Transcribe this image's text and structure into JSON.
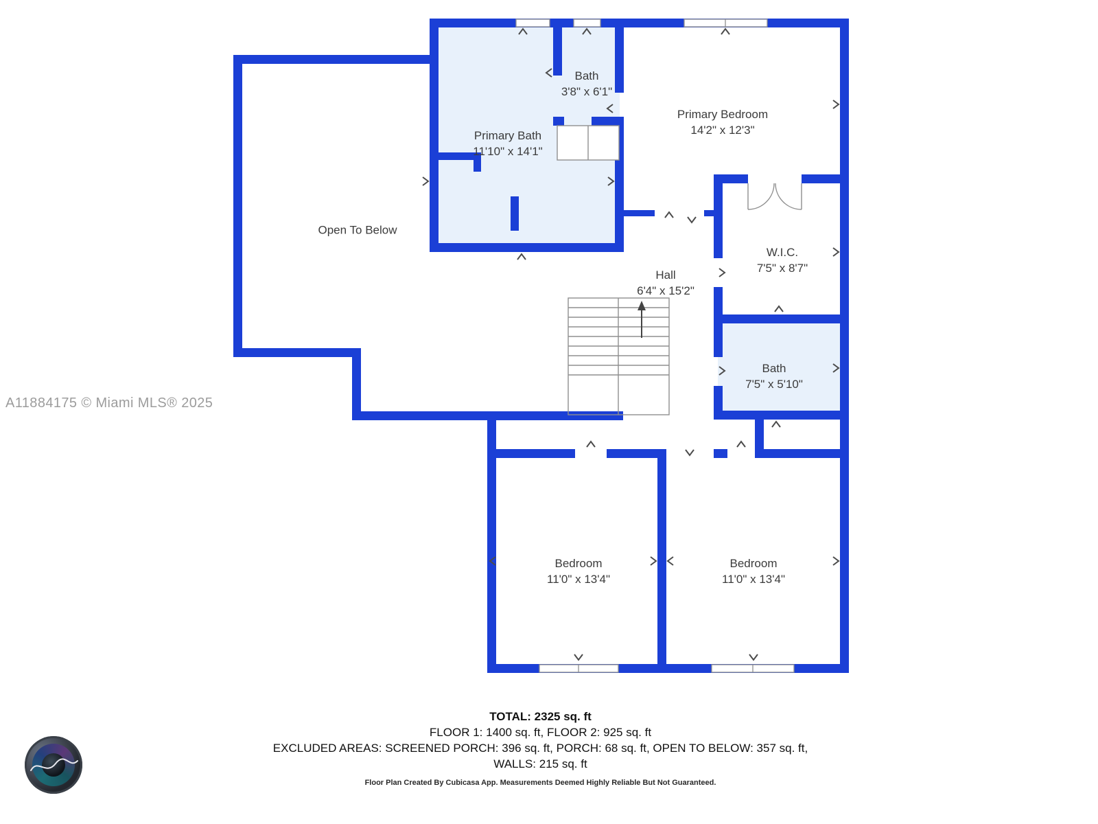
{
  "watermark": "A11884175 © Miami MLS® 2025",
  "colors": {
    "wall": "#1b3fd6",
    "bath_fill": "#e8f1fb",
    "label_text": "#3b3b3b",
    "watermark": "#9c9c9c",
    "stairs_line": "#8f8f8f"
  },
  "rooms": [
    {
      "name": "Open To Below",
      "dims": ""
    },
    {
      "name": "Primary Bath",
      "dims": "11'10\" x 14'1\""
    },
    {
      "name": "Bath",
      "dims": "3'8\" x 6'1\""
    },
    {
      "name": "Primary Bedroom",
      "dims": "14'2\" x 12'3\""
    },
    {
      "name": "W.I.C.",
      "dims": "7'5\" x 8'7\""
    },
    {
      "name": "Bath",
      "dims": "7'5\" x 5'10\""
    },
    {
      "name": "Hall",
      "dims": "6'4\" x 15'2\""
    },
    {
      "name": "Bedroom",
      "dims": "11'0\" x 13'4\""
    },
    {
      "name": "Bedroom",
      "dims": "11'0\" x 13'4\""
    }
  ],
  "summary": {
    "total": "TOTAL: 2325 sq. ft",
    "floors": "FLOOR 1: 1400 sq. ft, FLOOR 2: 925 sq. ft",
    "excluded": "EXCLUDED AREAS: SCREENED PORCH: 396 sq. ft, PORCH: 68 sq. ft, OPEN TO BELOW: 357 sq. ft,",
    "walls": "WALLS: 215 sq. ft",
    "disclaimer": "Floor Plan Created By Cubicasa App. Measurements Deemed Highly Reliable But Not Guaranteed."
  }
}
